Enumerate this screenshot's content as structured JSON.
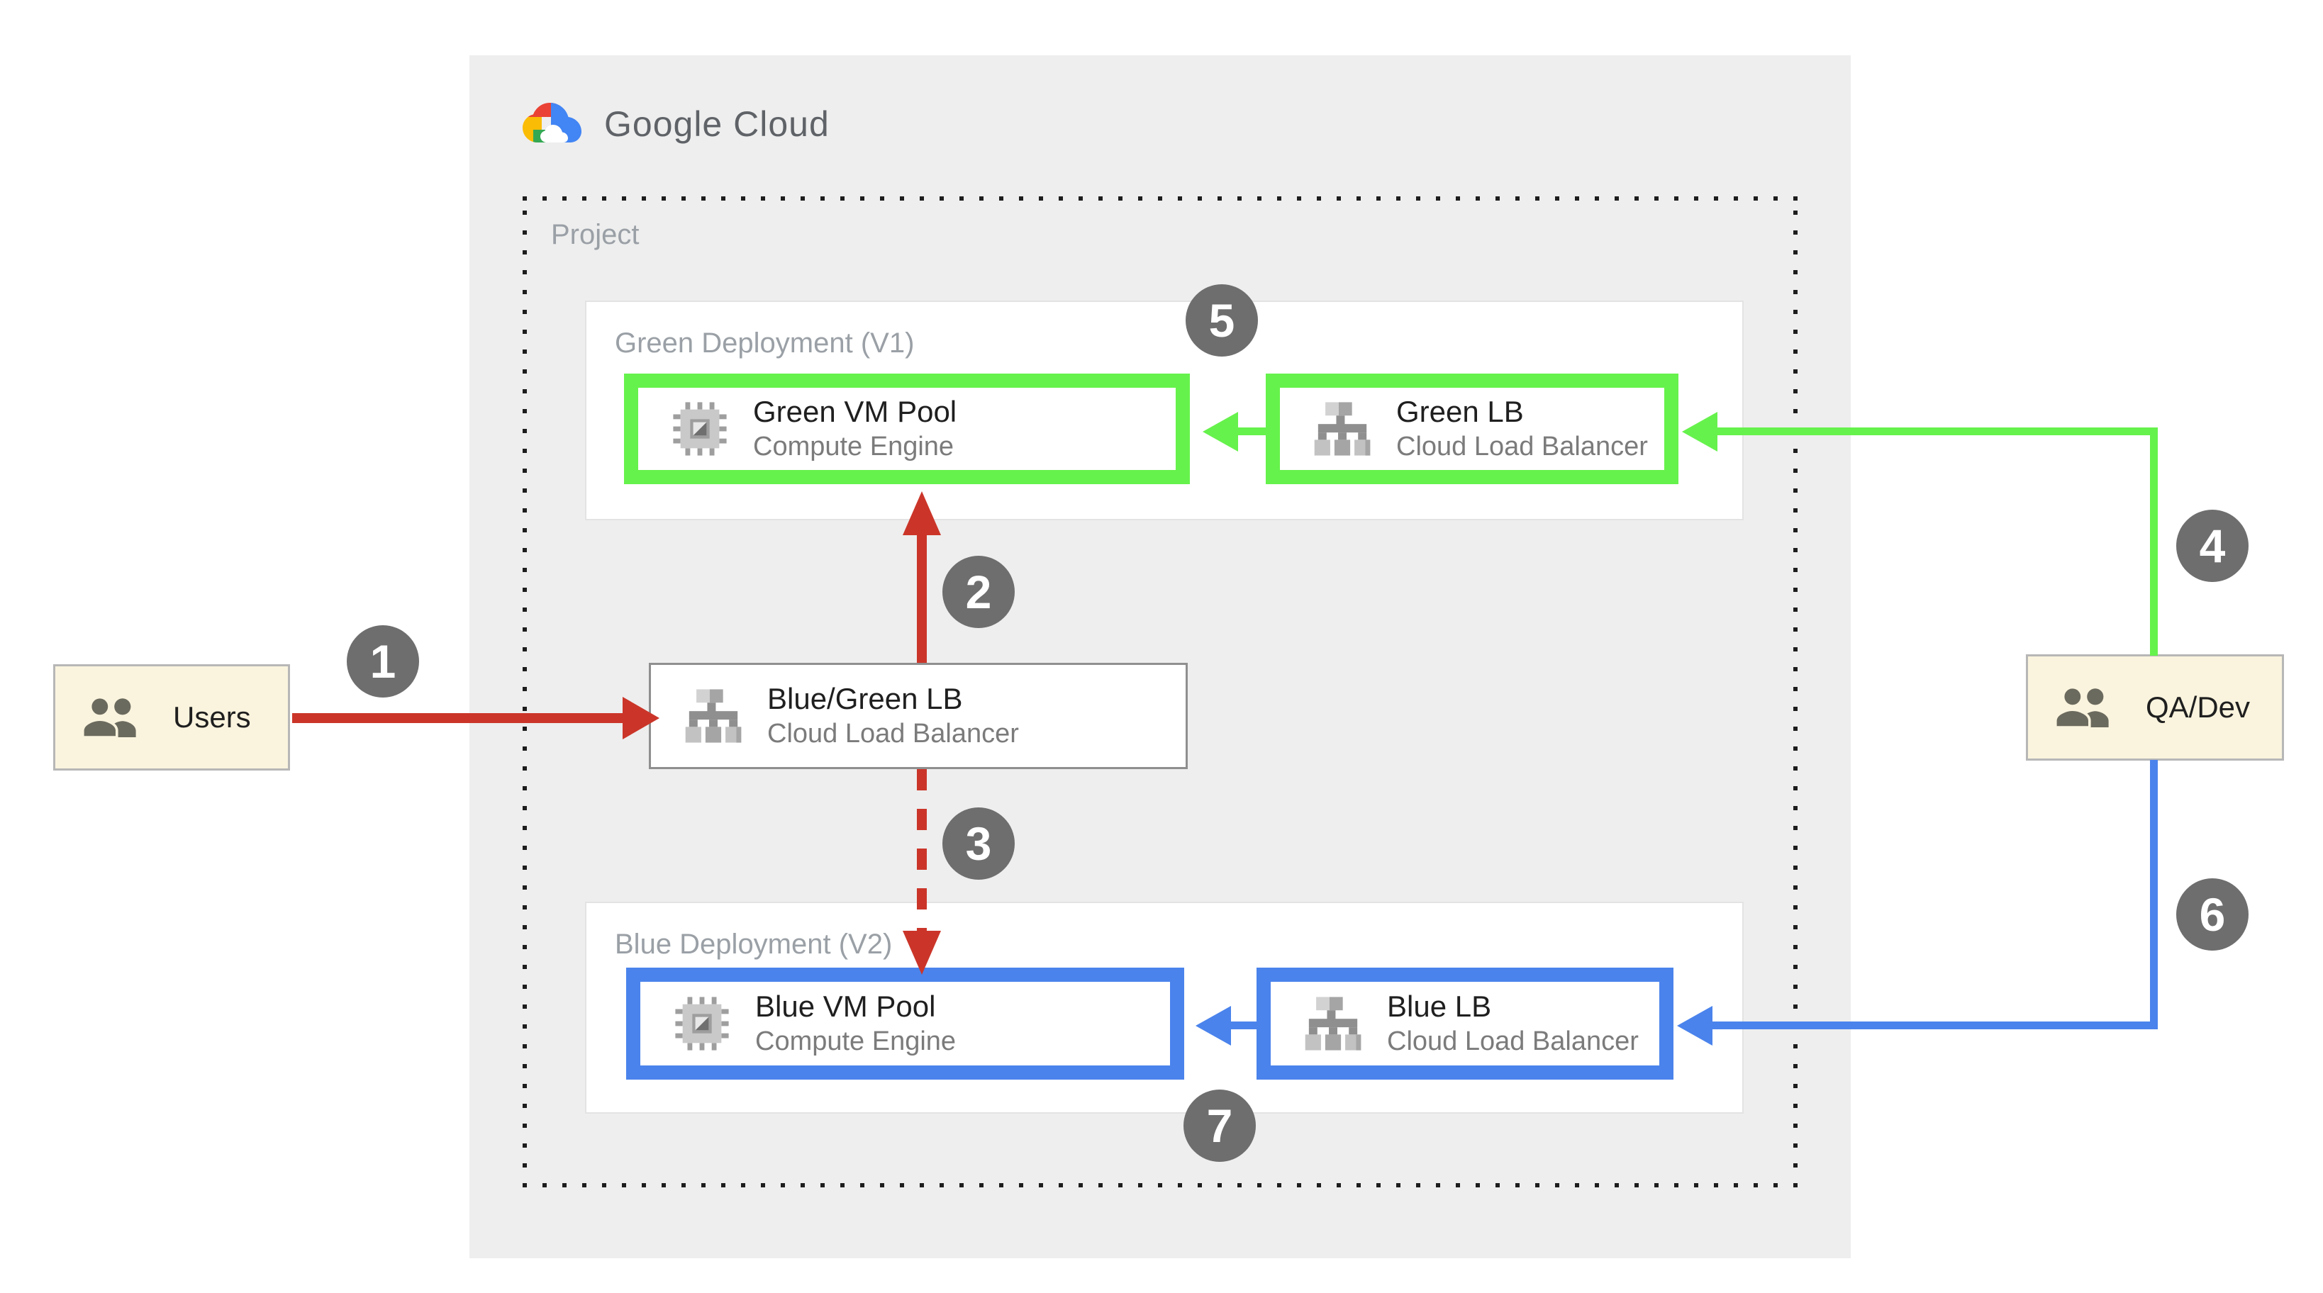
{
  "logo": {
    "text": "Google Cloud"
  },
  "project": {
    "label": "Project"
  },
  "groups": {
    "green": {
      "label": "Green Deployment (V1)"
    },
    "blue": {
      "label": "Blue Deployment (V2)"
    }
  },
  "nodes": {
    "green_vm": {
      "title": "Green VM Pool",
      "subtitle": "Compute Engine"
    },
    "green_lb": {
      "title": "Green LB",
      "subtitle": "Cloud Load Balancer"
    },
    "bluegreen_lb": {
      "title": "Blue/Green LB",
      "subtitle": "Cloud Load Balancer"
    },
    "blue_vm": {
      "title": "Blue VM Pool",
      "subtitle": "Compute Engine"
    },
    "blue_lb": {
      "title": "Blue LB",
      "subtitle": "Cloud Load Balancer"
    }
  },
  "actors": {
    "users": {
      "label": "Users"
    },
    "qadev": {
      "label": "QA/Dev"
    }
  },
  "badges": [
    "1",
    "2",
    "3",
    "4",
    "5",
    "6",
    "7"
  ],
  "icons": {
    "logo": "google-cloud-logo",
    "compute": "compute-engine-chip-icon",
    "load_balancer": "load-balancer-tree-icon",
    "people": "people-icon"
  },
  "colors": {
    "green": "#66F24C",
    "blue": "#4A83EC",
    "red": "#CB3529",
    "badge": "#6E6E6E",
    "panel": "#EEEEEE",
    "cream": "#FAF4DE"
  }
}
